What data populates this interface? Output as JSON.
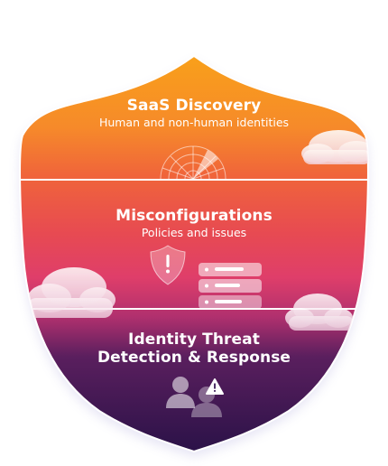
{
  "sections": [
    {
      "title": "SaaS Discovery",
      "subtitle": "Human and non-human identities"
    },
    {
      "title": "Misconfigurations",
      "subtitle": "Policies and issues"
    },
    {
      "title_line1": "Identity Threat",
      "title_line2": "Detection & Response"
    }
  ],
  "colors": {
    "top_orange": "#f7941d",
    "mid_pink": "#e8487a",
    "bottom_purple": "#2a1450",
    "divider": "#ffffff"
  },
  "icons": [
    "radar-icon",
    "shield-alert-icon",
    "policy-list-icon",
    "users-warning-icon",
    "cloud-icon"
  ]
}
